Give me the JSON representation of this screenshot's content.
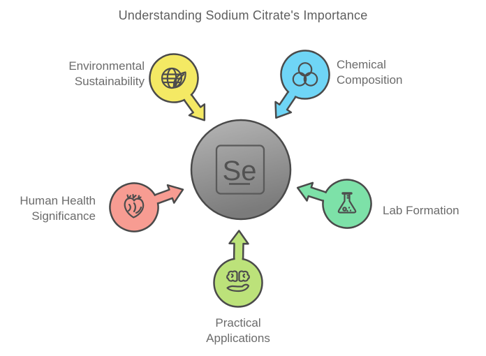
{
  "title": "Understanding Sodium Citrate's Importance",
  "center": {
    "symbol": "Se",
    "fill_top": "#b6b6b6",
    "fill_bottom": "#7b7b7b"
  },
  "nodes": [
    {
      "id": "environmental-sustainability",
      "label": "Environmental\nSustainability",
      "color": "#f4e964",
      "icon": "globe-leaf-icon"
    },
    {
      "id": "chemical-composition",
      "label": "Chemical\nComposition",
      "color": "#6fd5f6",
      "icon": "molecule-icon"
    },
    {
      "id": "human-health-significance",
      "label": "Human Health\nSignificance",
      "color": "#f79c92",
      "icon": "heart-icon"
    },
    {
      "id": "lab-formation",
      "label": "Lab Formation",
      "color": "#7de1a8",
      "icon": "flask-icon"
    },
    {
      "id": "practical-applications",
      "label": "Practical\nApplications",
      "color": "#bce27a",
      "icon": "brain-hand-icon"
    }
  ],
  "colors": {
    "outline": "#4a4a4a",
    "icon_stroke": "#4d4d4d",
    "title_text": "#5e5e5e",
    "label_text": "#6b6b6b"
  }
}
